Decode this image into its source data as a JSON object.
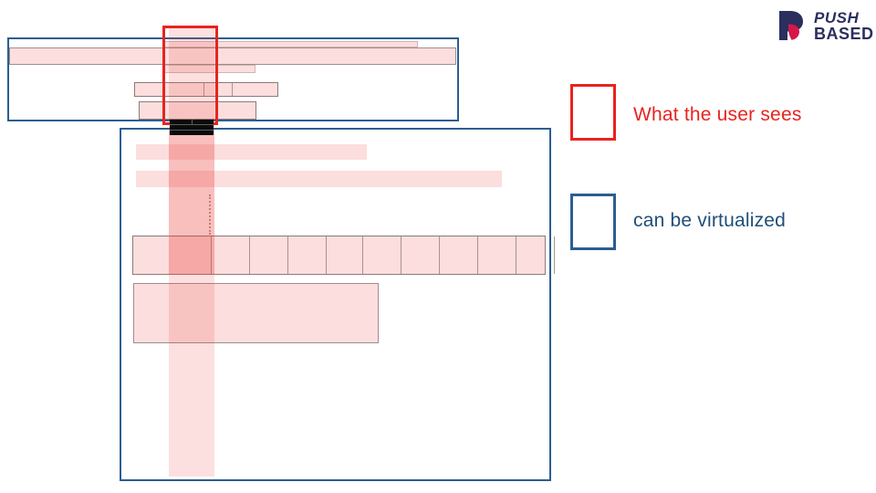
{
  "slide": {
    "background_color": "#ffffff",
    "accent_red": "#e8231f",
    "accent_blue": "#2b5e91",
    "skeleton_fill": "#fbdedd"
  },
  "logo": {
    "name": "push-based-logo",
    "word_top": "PUSH",
    "word_bottom": "BASED",
    "mark_color": "#2b2f5e",
    "accent_color": "#d6174b"
  },
  "legend": {
    "items": [
      {
        "id": "user-sees",
        "label": "What the user sees",
        "swatch_color": "#e8231f",
        "text_color": "#e8231f"
      },
      {
        "id": "virtualized",
        "label": "can be virtualized",
        "swatch_color": "#2b5e91",
        "text_color": "#1f4e79"
      }
    ]
  },
  "diagram": {
    "name": "virtualization-viewport-diagram",
    "horizontal_viewport": {
      "label": "horizontal scroll viewport",
      "rows": [
        {
          "id": "top-thin-bar",
          "kind": "skeleton-bar"
        },
        {
          "id": "wide-bar",
          "kind": "skeleton-bar"
        },
        {
          "id": "short-bar",
          "kind": "skeleton-bar"
        },
        {
          "id": "segmented-row",
          "kind": "skeleton-row",
          "segments": 3
        },
        {
          "id": "split-row",
          "kind": "skeleton-row",
          "segments": 2
        }
      ]
    },
    "vertical_viewport": {
      "label": "vertical scroll viewport",
      "rows": [
        {
          "id": "heading-bar",
          "kind": "skeleton-bar"
        },
        {
          "id": "subheading-bar",
          "kind": "skeleton-bar"
        },
        {
          "id": "ellipsis",
          "kind": "dotted-separator"
        },
        {
          "id": "cell-strip",
          "kind": "skeleton-cells",
          "cells": 11
        },
        {
          "id": "content-block",
          "kind": "skeleton-block"
        }
      ]
    },
    "scrollbar": {
      "id": "scroll-thumb",
      "kind": "black-bar"
    },
    "visible_column": {
      "id": "user-visible-column",
      "kind": "red-overlay"
    }
  }
}
